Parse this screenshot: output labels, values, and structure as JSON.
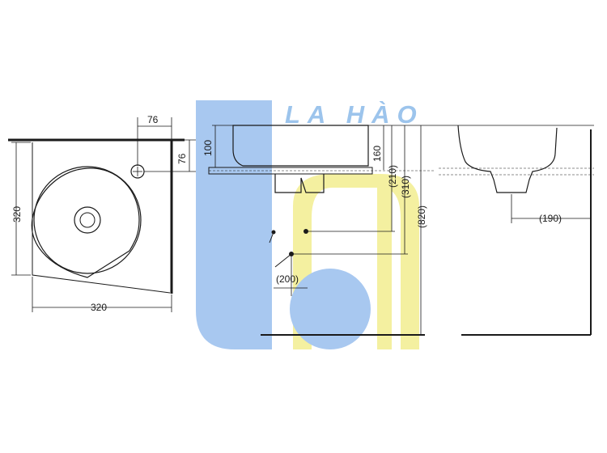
{
  "watermark": {
    "text": "LA HÀO",
    "colors": {
      "blue": "#a8c8f0",
      "yellow": "#f4f0a0",
      "text": "#9cc4ec"
    }
  },
  "plan_view": {
    "width_label": "320",
    "depth_label": "320",
    "tap_offset_x_label": "76",
    "tap_offset_y_label": "76"
  },
  "front_view": {
    "height_100": "100",
    "height_160": "160",
    "height_210": "(210)",
    "height_310": "(310)",
    "floor_820": "(820)",
    "offset_200": "(200)"
  },
  "side_view": {
    "depth_190": "(190)"
  }
}
